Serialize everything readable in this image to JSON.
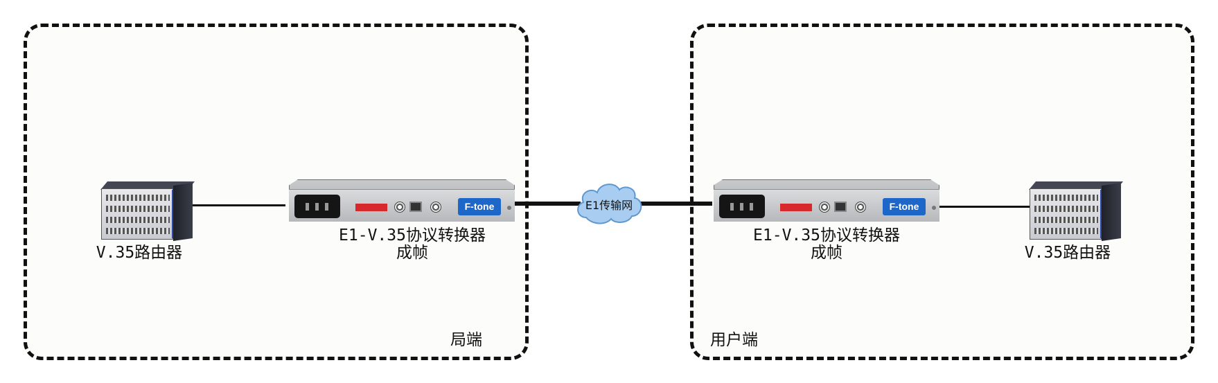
{
  "zones": {
    "central_office": {
      "label": "局端"
    },
    "user_side": {
      "label": "用户端"
    }
  },
  "devices": {
    "router_left": {
      "label": "V.35路由器",
      "icon": "router-icon"
    },
    "converter_left": {
      "label_line1": "E1-V.35协议转换器",
      "label_line2": "成帧",
      "brand": "F-tone",
      "icon": "protocol-converter-icon"
    },
    "converter_right": {
      "label_line1": "E1-V.35协议转换器",
      "label_line2": "成帧",
      "brand": "F-tone",
      "icon": "protocol-converter-icon"
    },
    "router_right": {
      "label": "V.35路由器",
      "icon": "router-icon"
    }
  },
  "network": {
    "label": "E1传输网",
    "icon": "cloud-icon"
  },
  "colors": {
    "brand": "#1d67c8",
    "line": "#111111",
    "cloud": "#a9cdf0"
  }
}
